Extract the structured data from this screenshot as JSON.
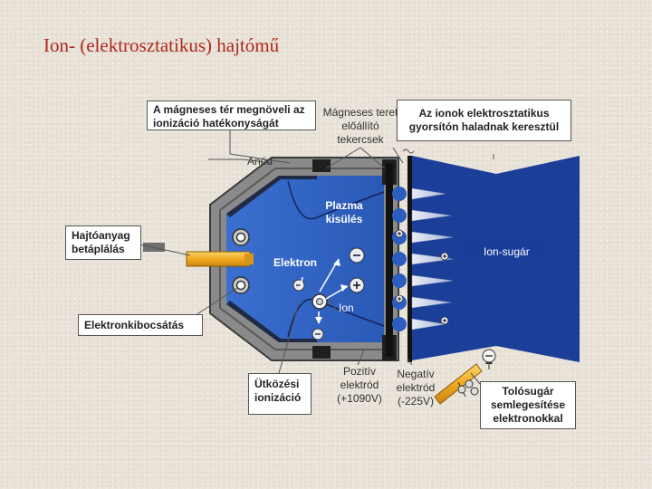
{
  "title": "Ion- (elektrosztatikus) hajtómű",
  "labels": {
    "magnetic_box": "A mágneses tér megnöveli az ionizáció hatékonyságát",
    "magnet_coils": "Mágneses teret előállító tekercsek",
    "ions_box": "Az ionok elektrosztatikus gyorsítón haladnak keresztül",
    "anode": "Anód",
    "plasma": "Plazma kisülés",
    "fuel_box": "Hajtóanyag betáplálás",
    "electron": "Elektron",
    "ion_beam": "Ion-sugár",
    "ion": "Ion",
    "electron_emission_box": "Elektronkibocsátás",
    "collision_box": "Ütközési ionizáció",
    "positive_electrode": "Pozitív elektród (+1090V)",
    "negative_electrode": "Negatív elektród (-225V)",
    "neutralize_box": "Tolósugár semlegesítése elektronokkal"
  },
  "colors": {
    "title": "#b0261b",
    "chamber_blue": "#2f63c2",
    "deep_blue": "#1b3f98",
    "wall_gray": "#8e8e8e",
    "fuel_yellow": "#f2b32a"
  },
  "icons": [
    "plus-sign-icon",
    "minus-sign-icon",
    "neutral-atom-icon"
  ]
}
